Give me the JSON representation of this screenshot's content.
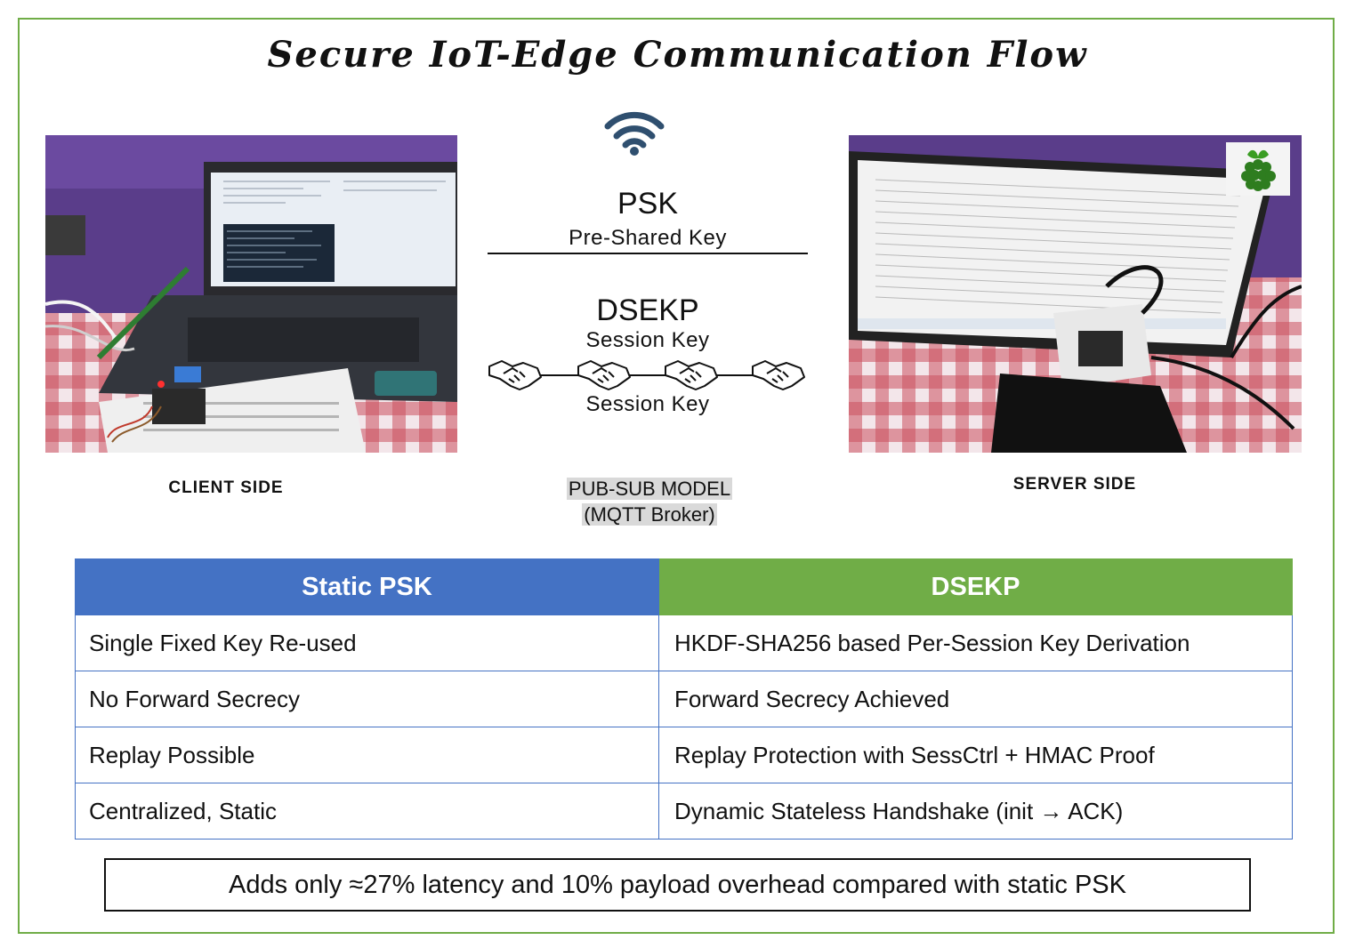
{
  "title": "Secure IoT-Edge Communication Flow",
  "client": {
    "label": "CLIENT SIDE"
  },
  "server": {
    "label": "SERVER SIDE"
  },
  "center": {
    "psk_title": "PSK",
    "psk_subtitle": "Pre-Shared Key",
    "dsekp_title": "DSEKP",
    "session_key_top": "Session Key",
    "session_key_bottom": "Session Key",
    "pubsub_line1": "PUB-SUB MODEL",
    "pubsub_line2": "(MQTT Broker)"
  },
  "icons": {
    "wifi": "wifi-icon",
    "handshake": "handshake-icon",
    "raspberry_pi": "raspberry-pi-logo-icon"
  },
  "table": {
    "headers": [
      "Static PSK",
      "DSEKP"
    ],
    "rows": [
      [
        "Single Fixed Key Re-used",
        "HKDF-SHA256 based Per-Session Key Derivation"
      ],
      [
        "No Forward Secrecy",
        "Forward Secrecy Achieved"
      ],
      [
        "Replay Possible",
        "Replay Protection with SessCtrl + HMAC Proof"
      ],
      [
        "Centralized, Static",
        "Dynamic Stateless Handshake (init → ACK)"
      ]
    ]
  },
  "footer_note": "Adds only ≈27% latency and 10% payload overhead compared with static PSK",
  "colors": {
    "frame": "#70ad47",
    "static_psk_header": "#4472c4",
    "dsekp_header": "#70ad47",
    "wifi": "#2f4f6f",
    "pubsub_highlight": "#d9d9d9"
  }
}
